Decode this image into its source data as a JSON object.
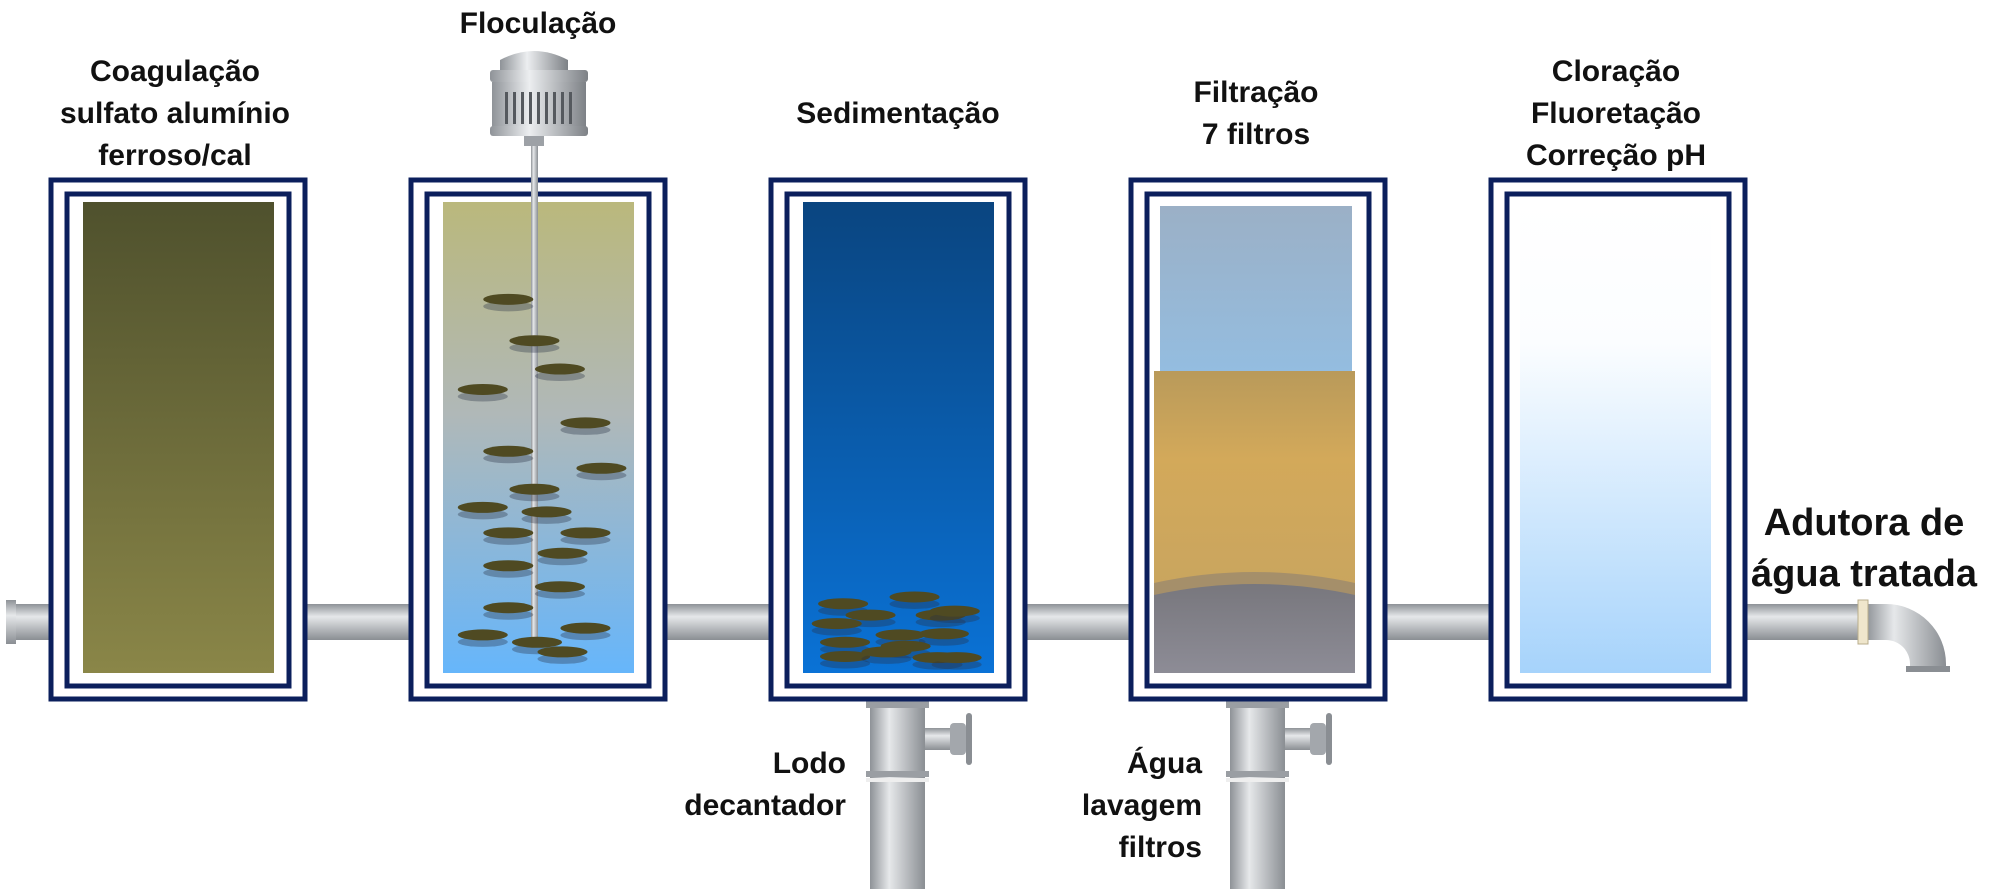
{
  "stages": [
    {
      "lines": [
        "Coagulação",
        "sulfato alumínio",
        "ferroso/cal"
      ]
    },
    {
      "lines": [
        "Floculação"
      ]
    },
    {
      "lines": [
        "Sedimentação"
      ]
    },
    {
      "lines": [
        "Filtração",
        "7 filtros"
      ]
    },
    {
      "lines": [
        "Cloração",
        "Fluoretação",
        "Correção pH"
      ]
    }
  ],
  "outlets": {
    "sludge": [
      "Lodo",
      "decantador"
    ],
    "wash": [
      "Água",
      "lavagem",
      "filtros"
    ],
    "treated": [
      "Adutora de",
      "água tratada"
    ]
  },
  "colors": {
    "tank_border": "#0b1f5c",
    "pipe": "#b4b8bd",
    "floc": "#4f4a22"
  }
}
